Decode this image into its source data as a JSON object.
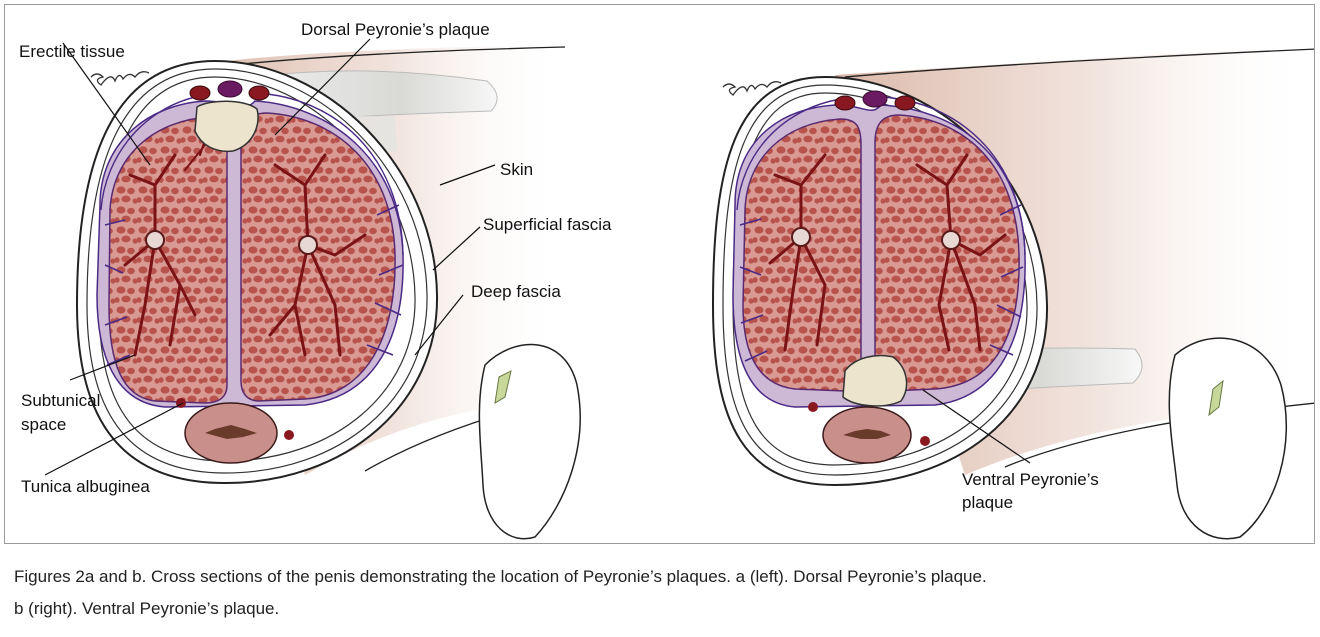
{
  "figure": {
    "panel_a": {
      "labels": {
        "dorsal_plaque": "Dorsal Peyronie’s plaque",
        "erectile_tissue": "Erectile tissue",
        "skin": "Skin",
        "superficial_fascia": "Superficial fascia",
        "deep_fascia": "Deep fascia",
        "subtunical_space_line1": "Subtunical",
        "subtunical_space_line2": "space",
        "tunica_albuginea": "Tunica albuginea"
      }
    },
    "panel_b": {
      "labels": {
        "ventral_plaque_line1": "Ventral Peyronie’s",
        "ventral_plaque_line2": "plaque"
      }
    }
  },
  "caption": {
    "line1": "Figures 2a and b. Cross sections of the penis demonstrating the location of Peyronie’s plaques. a (left). Dorsal Peyronie’s plaque.",
    "line2": "b (right). Ventral Peyronie’s plaque."
  },
  "colors": {
    "shaft_shadow": "#e9d5ca",
    "tissue_fill": "#c87a76",
    "tissue_cell": "#b14f4a",
    "tunica": "#c9b6d2",
    "vessel": "#7a1216",
    "vein": "#4b2a86",
    "plaque": "#ece4cc",
    "urethra": "#c98f8a"
  }
}
